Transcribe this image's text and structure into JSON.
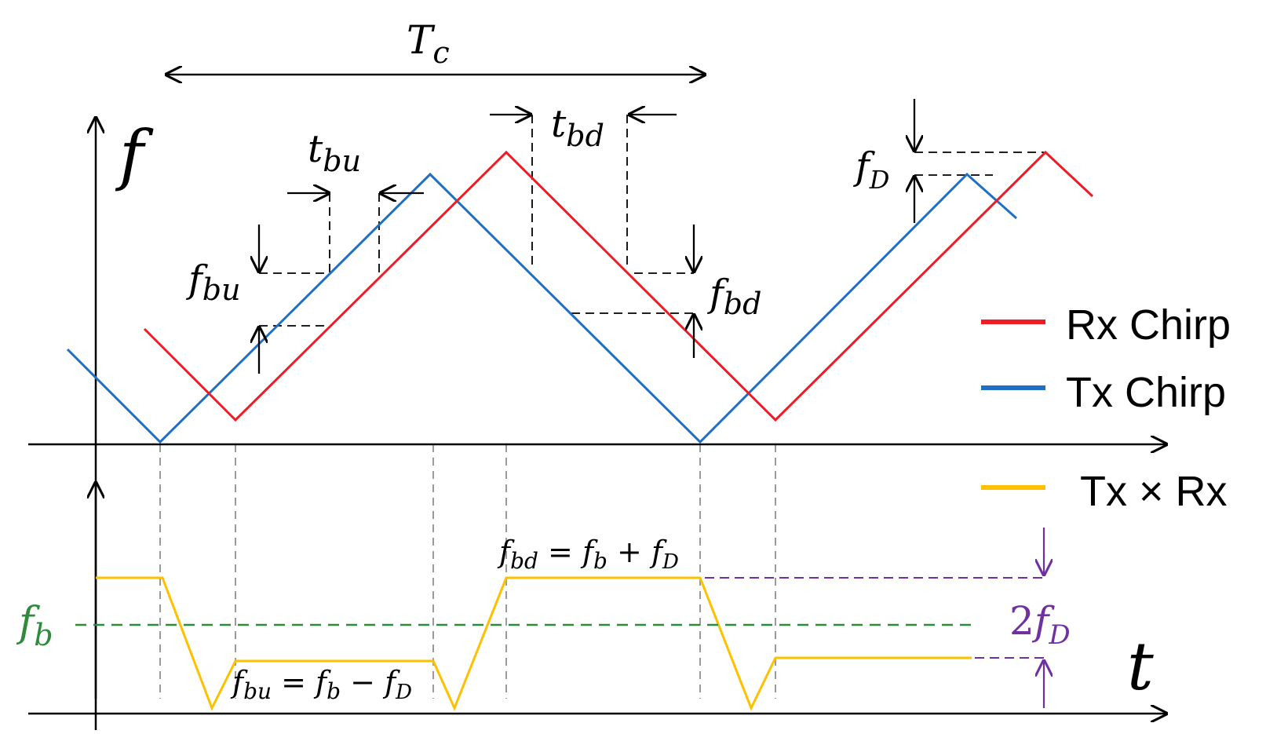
{
  "colors": {
    "rx": "#ee1c25",
    "tx": "#1f6fc5",
    "beat": "#ffc000",
    "fb_line": "#2e8b3a",
    "fd_purple": "#7030a0",
    "guide": "#9a9a9a"
  },
  "labels": {
    "Tc": "T",
    "Tc_sub": "c",
    "f_axis": "f",
    "t_axis": "t",
    "tbd": "t",
    "tbd_sub": "bd",
    "tbu": "t",
    "tbu_sub": "bu",
    "fbu": "f",
    "fbu_sub": "bu",
    "fbd": "f",
    "fbd_sub": "bd",
    "fD": "f",
    "fD_sub": "D",
    "fb": "f",
    "fb_sub": "b",
    "two_fD_coef": "2",
    "two_fD_f": "f",
    "two_fD_sub": "D",
    "eq_fbd_lhs": "f",
    "eq_fbd_lhs_sub": "bd",
    "eq_fbd_mid": " = ",
    "eq_fbd_f1": "f",
    "eq_fbd_f1_sub": "b",
    "eq_fbd_op": " + ",
    "eq_fbd_f2": "f",
    "eq_fbd_f2_sub": "D",
    "eq_fbu_lhs": "f",
    "eq_fbu_lhs_sub": "bu",
    "eq_fbu_mid": " = ",
    "eq_fbu_f1": "f",
    "eq_fbu_f1_sub": "b",
    "eq_fbu_op": " − ",
    "eq_fbu_f2": "f",
    "eq_fbu_f2_sub": "D"
  },
  "legend": [
    {
      "label": "Rx Chirp",
      "color": "#ee1c25"
    },
    {
      "label": "Tx Chirp",
      "color": "#1f6fc5"
    },
    {
      "label": "Tx × Rx",
      "color": "#ffc000"
    }
  ]
}
